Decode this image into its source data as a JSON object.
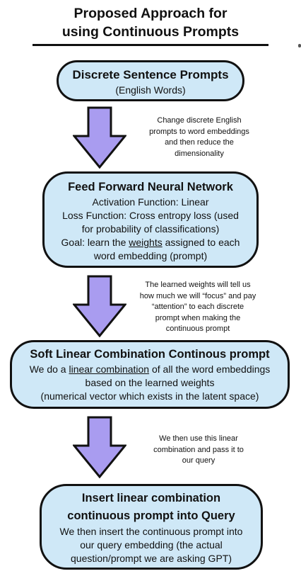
{
  "title": {
    "line1": "Proposed Approach for",
    "line2": "using Continuous Prompts"
  },
  "boxes": [
    {
      "title": "Discrete Sentence Prompts",
      "lines": [
        "(English Words)"
      ]
    },
    {
      "title": "Feed Forward Neural Network",
      "lines": [
        "Activation Function: Linear",
        "Loss Function: Cross entropy loss (used",
        "for probability of classifications)",
        "word embedding (prompt)"
      ],
      "goal_prefix": "Goal: learn the ",
      "goal_underlined": "weights",
      "goal_suffix": " assigned to each"
    },
    {
      "title": "Soft Linear Combination Continous prompt",
      "line1_prefix": "We do a ",
      "line1_underlined": "linear combination",
      "line1_suffix": " of all the word embeddings",
      "lines": [
        "based on the learned weights",
        "(numerical vector which exists in the latent space)"
      ]
    },
    {
      "title_line1": "Insert linear combination",
      "title_line2": "continuous prompt into Query",
      "lines": [
        "We then insert the continuous prompt into",
        "our query embedding (the actual",
        "question/prompt we are asking GPT)"
      ]
    }
  ],
  "arrow_notes": [
    [
      "Change discrete English",
      "prompts to word embeddings",
      "and then reduce the",
      "dimensionality"
    ],
    [
      "The learned weights will tell us",
      "how much we will “focus” and pay",
      "“attention”  to each discrete",
      "prompt when making the",
      "continuous prompt"
    ],
    [
      "We then use this linear",
      "combination and pass it to",
      "our query"
    ]
  ],
  "colors": {
    "box_fill": "#cfe8f7",
    "arrow_fill": "#a99cf0",
    "outline": "#111111"
  }
}
